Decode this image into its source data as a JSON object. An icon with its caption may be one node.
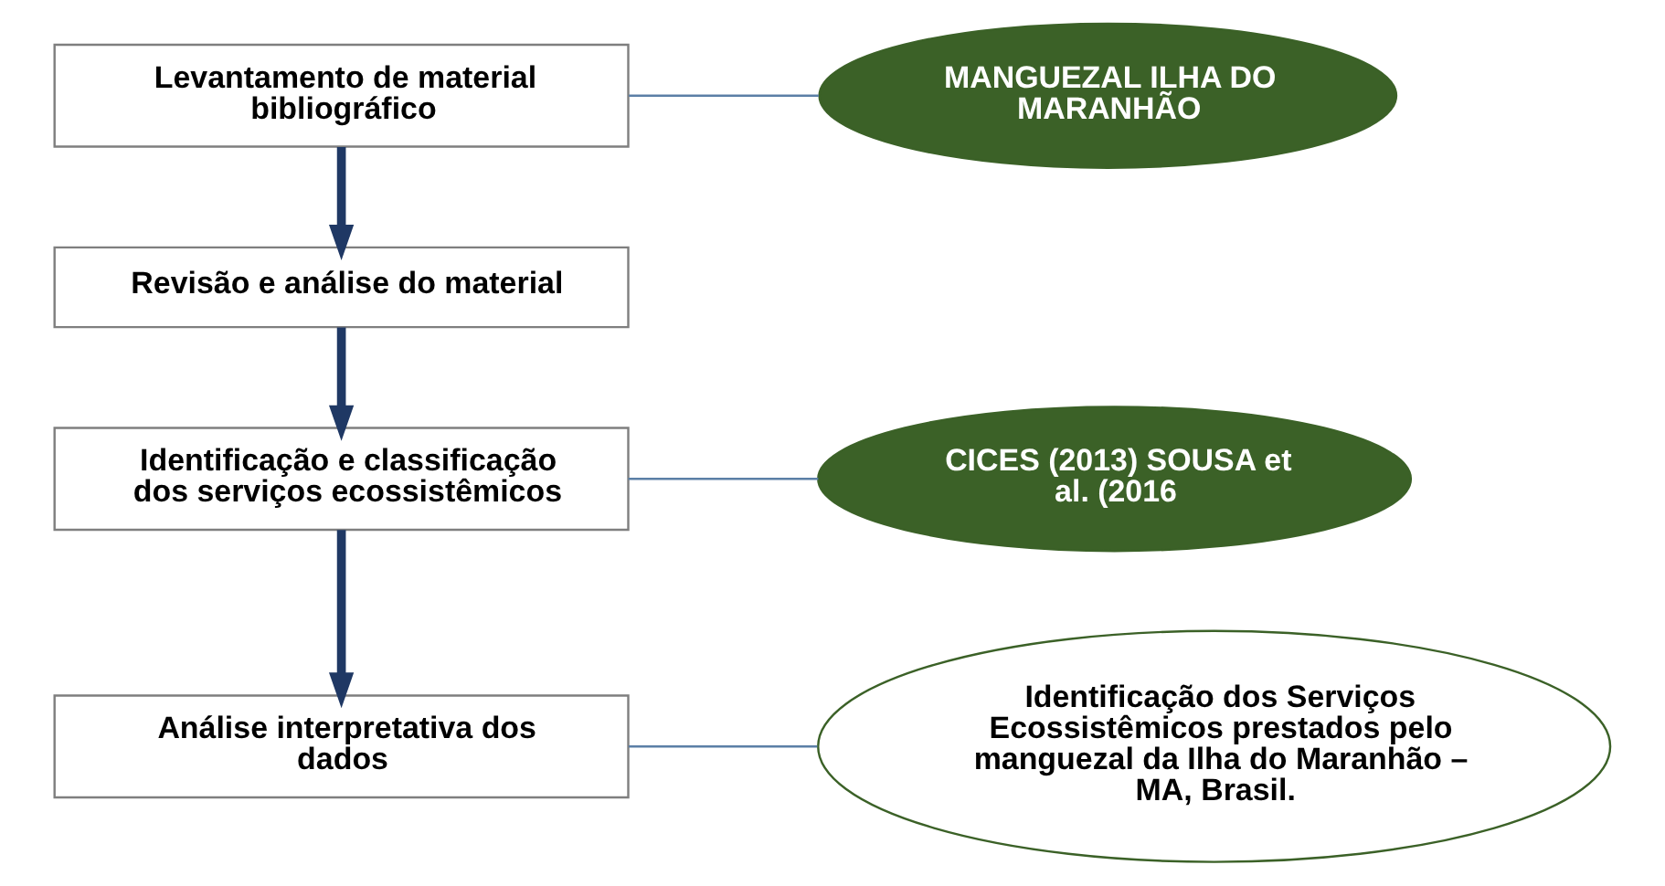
{
  "diagram": {
    "nodes": [
      {
        "text": [
          "Levantamento de material bibliográfico"
        ]
      },
      {
        "text": [
          "MANGUEZAL ILHA DO MARANHÃO"
        ]
      },
      {
        "text": [
          "Revisão e análise do material"
        ]
      },
      {
        "text": [
          "Identificação e classificação dos serviços ecossistêmicos"
        ]
      },
      {
        "text": [
          "CICES (2013) SOUSA et al. (2016"
        ]
      },
      {
        "text": [
          "Análise interpretativa dos dados"
        ]
      },
      {
        "text": [
          "Identificação dos Serviços Ecossistêmicos prestados pelo manguezal da Ilha do Maranhão – MA, Brasil."
        ]
      }
    ],
    "edges": [
      {
        "from": 0,
        "to": 1,
        "arrow": "none",
        "color": "#5b7fa6"
      },
      {
        "from": 0,
        "to": 2,
        "arrow": "to",
        "style": "thick"
      },
      {
        "from": 2,
        "to": 3,
        "arrow": "to",
        "style": "thick"
      },
      {
        "from": 3,
        "to": 4,
        "arrow": "none",
        "color": "#5b7fa6"
      },
      {
        "from": 3,
        "to": 5,
        "arrow": "to",
        "style": "thick"
      },
      {
        "from": 5,
        "to": 6,
        "arrow": "none",
        "color": "#5b7fa6"
      }
    ]
  }
}
